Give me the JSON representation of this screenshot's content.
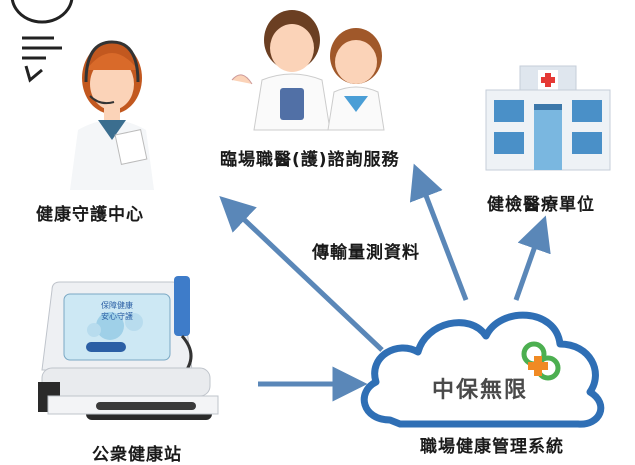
{
  "nodes": {
    "call_center": {
      "label": "健康守護中心",
      "icon": "call-center-agent"
    },
    "doctor_nurse": {
      "label": "臨場職醫(護)諮詢服務",
      "icon": "doctor-and-nurse"
    },
    "hospital": {
      "label": "健檢醫療單位",
      "icon": "hospital-building"
    },
    "kiosk": {
      "label": "公衆健康站",
      "icon": "health-kiosk",
      "screen_text_1": "保障健康",
      "screen_text_2": "安心守護"
    },
    "cloud": {
      "label": "職場健康管理系統",
      "brand": "中保無限",
      "icon": "cloud"
    }
  },
  "edges": {
    "transmit_label": "傳輸量測資料"
  },
  "colors": {
    "arrow": "#5a87b8",
    "cloud_stroke": "#2f6fb5",
    "cloud_fill": "#ffffff",
    "brand_text": "#4a4a4a",
    "logo_green": "#4caf50",
    "logo_orange": "#f08a24",
    "cross_red": "#e53935"
  }
}
